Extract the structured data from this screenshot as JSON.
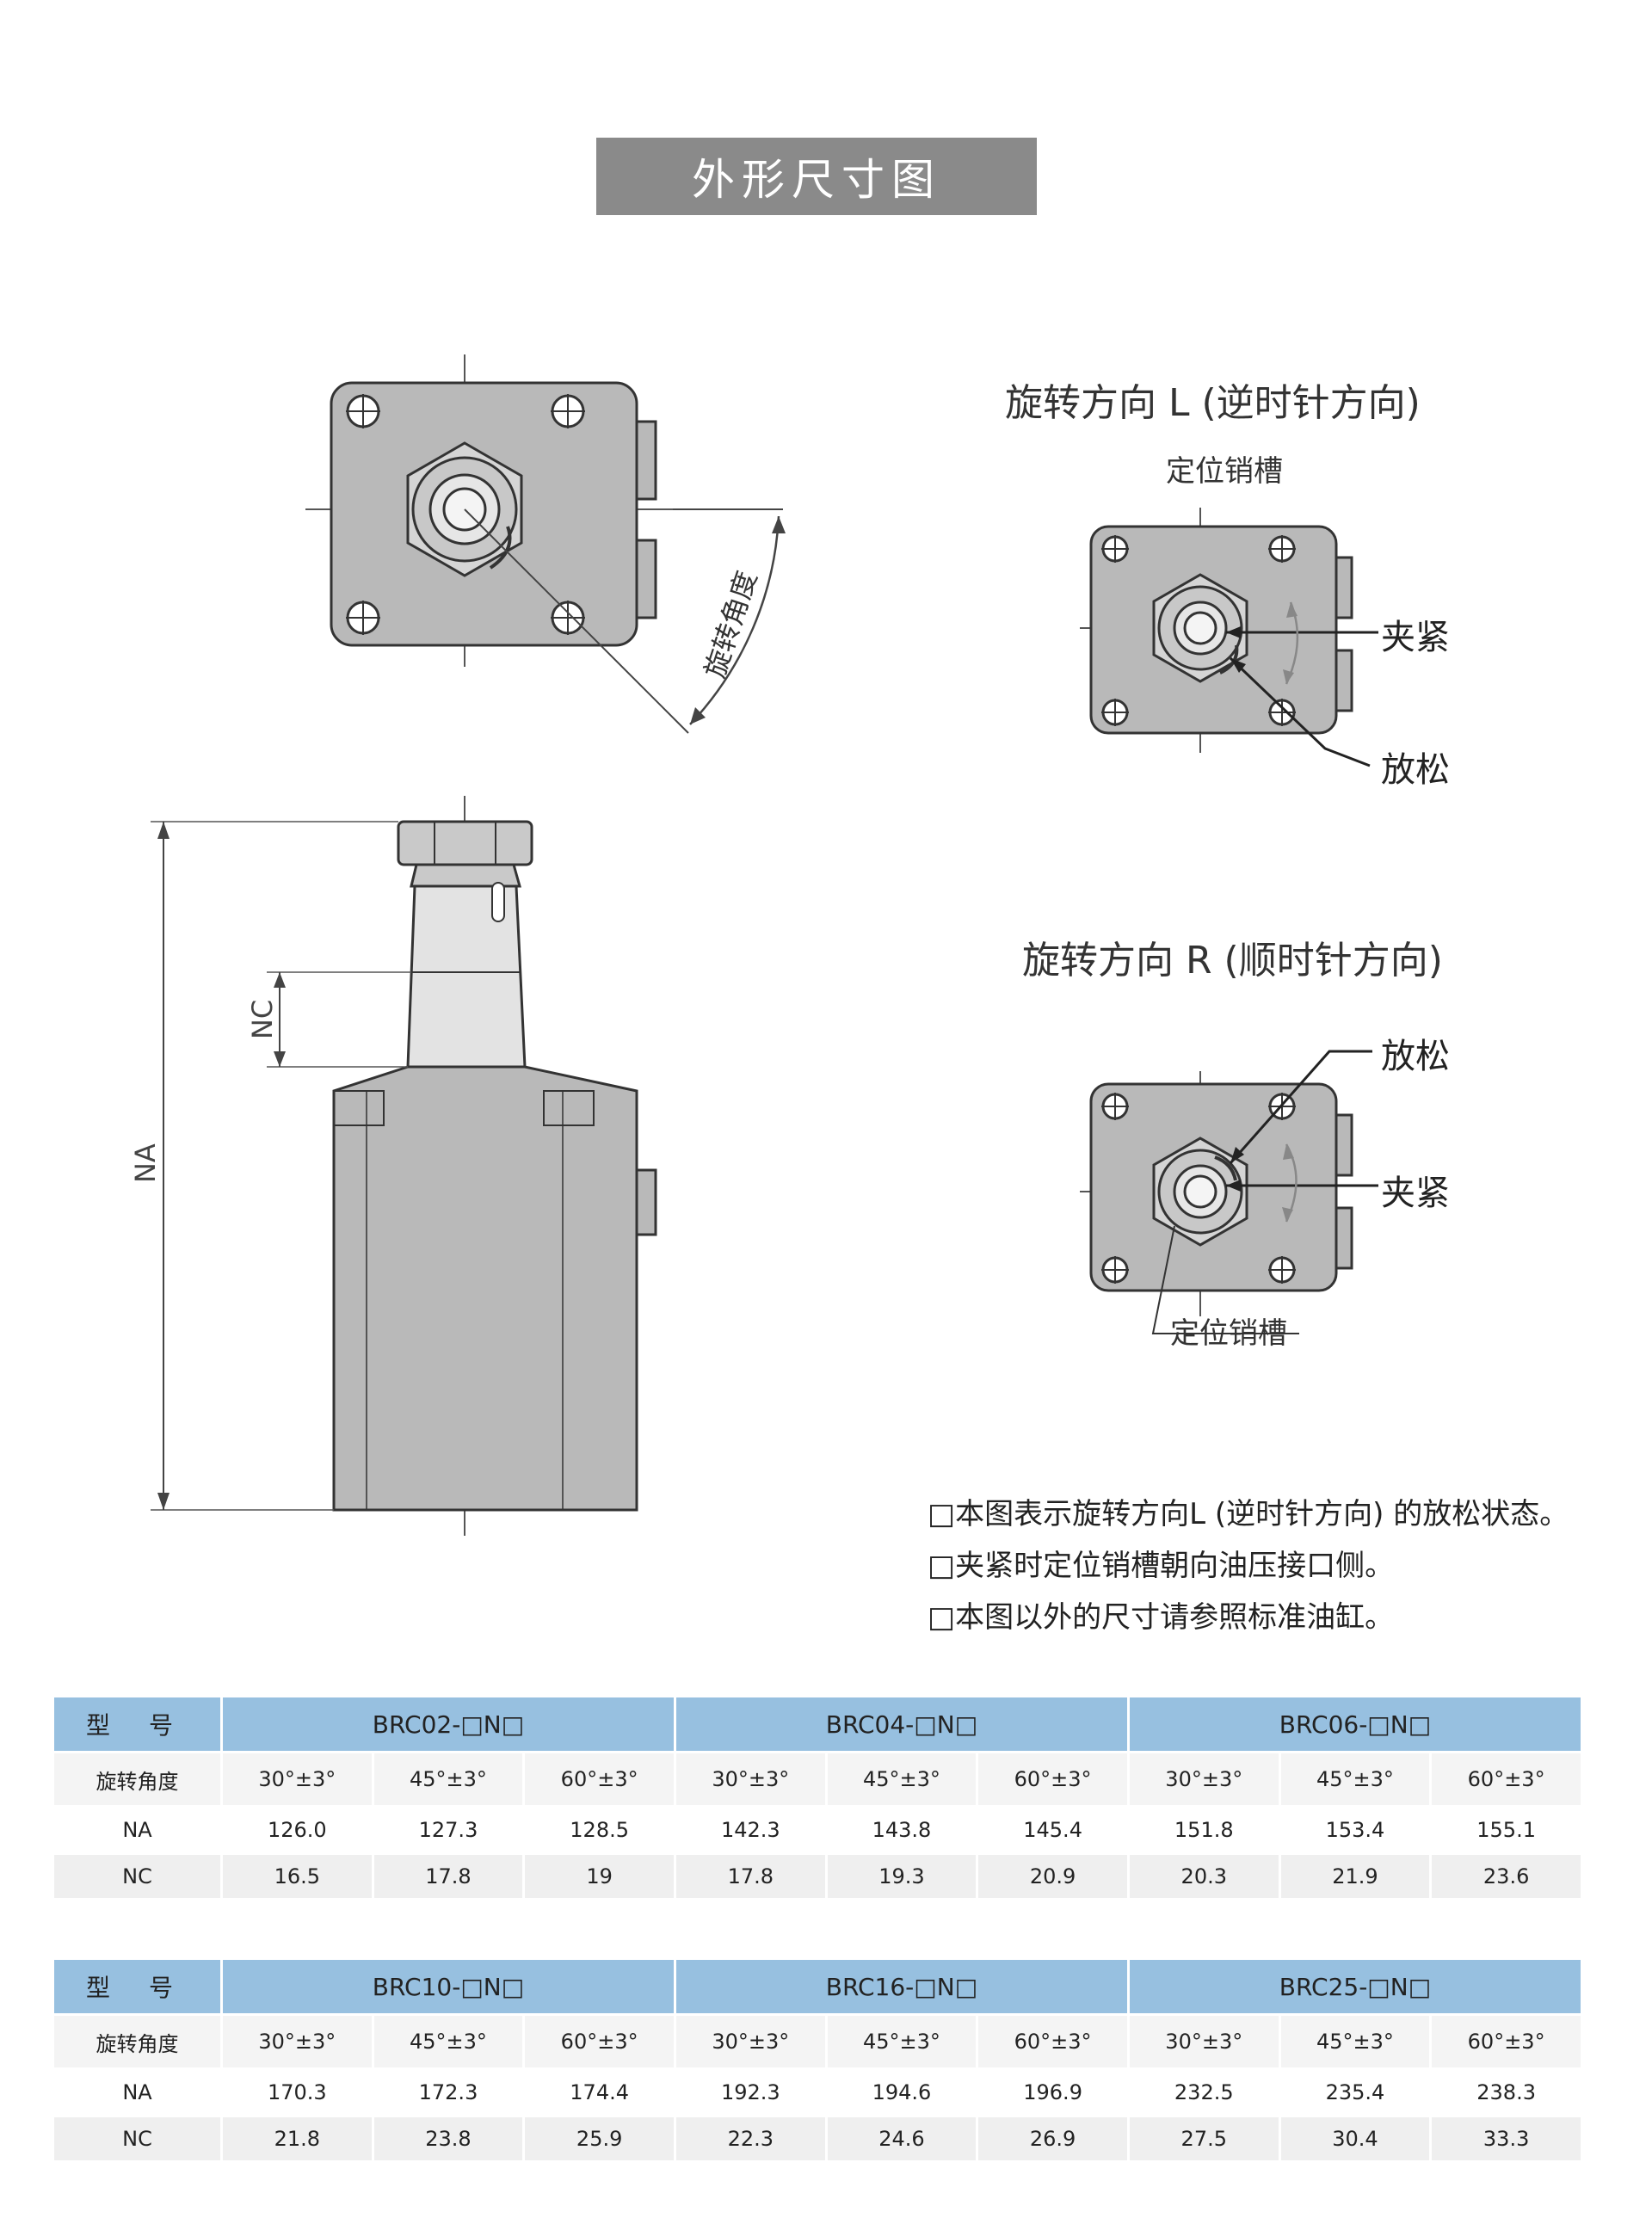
{
  "page_title": "外形尺寸图",
  "rotation_angle_label": "旋转角度",
  "na_label": "NA",
  "nc_label": "NC",
  "direction_left": {
    "title": "旋转方向 L (逆时针方向)",
    "pin_slot": "定位销槽",
    "clamp": "夹紧",
    "release": "放松"
  },
  "direction_right": {
    "title": "旋转方向 R (顺时针方向)",
    "release": "放松",
    "clamp": "夹紧",
    "pin_slot": "定位销槽"
  },
  "notes": [
    "□本图表示旋转方向L (逆时针方向) 的放松状态。",
    "□夹紧时定位销槽朝向油压接口侧。",
    "□本图以外的尺寸请参照标准油缸。"
  ],
  "tables": [
    {
      "model_label": "型 号",
      "models": [
        "BRC02-□N□",
        "BRC04-□N□",
        "BRC06-□N□"
      ],
      "angle_label": "旋转角度",
      "angles": [
        "30°±3°",
        "45°±3°",
        "60°±3°",
        "30°±3°",
        "45°±3°",
        "60°±3°",
        "30°±3°",
        "45°±3°",
        "60°±3°"
      ],
      "rows": [
        {
          "label": "NA",
          "values": [
            "126.0",
            "127.3",
            "128.5",
            "142.3",
            "143.8",
            "145.4",
            "151.8",
            "153.4",
            "155.1"
          ]
        },
        {
          "label": "NC",
          "values": [
            "16.5",
            "17.8",
            "19",
            "17.8",
            "19.3",
            "20.9",
            "20.3",
            "21.9",
            "23.6"
          ]
        }
      ]
    },
    {
      "model_label": "型 号",
      "models": [
        "BRC10-□N□",
        "BRC16-□N□",
        "BRC25-□N□"
      ],
      "angle_label": "旋转角度",
      "angles": [
        "30°±3°",
        "45°±3°",
        "60°±3°",
        "30°±3°",
        "45°±3°",
        "60°±3°",
        "30°±3°",
        "45°±3°",
        "60°±3°"
      ],
      "rows": [
        {
          "label": "NA",
          "values": [
            "170.3",
            "172.3",
            "174.4",
            "192.3",
            "194.6",
            "196.9",
            "232.5",
            "235.4",
            "238.3"
          ]
        },
        {
          "label": "NC",
          "values": [
            "21.8",
            "23.8",
            "25.9",
            "22.3",
            "24.6",
            "26.9",
            "27.5",
            "30.4",
            "33.3"
          ]
        }
      ]
    }
  ],
  "colors": {
    "header_blue": "#97c0e0",
    "body_gray": "#b9b9b9",
    "title_gray": "#8a8a8a"
  }
}
